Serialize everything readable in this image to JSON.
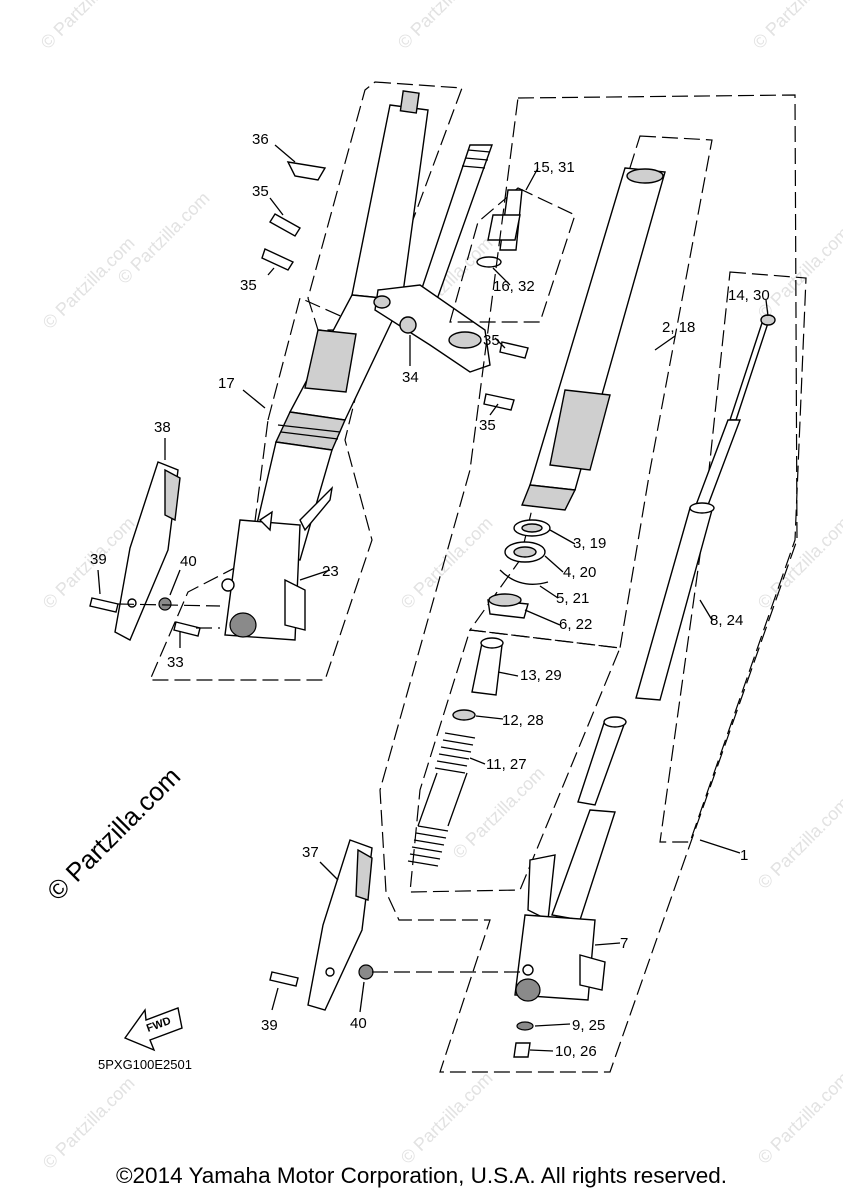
{
  "watermark": {
    "text": "© Partzilla.com",
    "large_text": "© Partzilla.com"
  },
  "diagram_code": "5PXG100E2501",
  "direction_arrow_label": "FWD",
  "footer": "©2014 Yamaha Motor Corporation, U.S.A. All rights reserved.",
  "callouts": [
    {
      "id": "c36",
      "text": "36"
    },
    {
      "id": "c35a",
      "text": "35"
    },
    {
      "id": "c35b",
      "text": "35"
    },
    {
      "id": "c35c",
      "text": "35"
    },
    {
      "id": "c35d",
      "text": "35"
    },
    {
      "id": "c34",
      "text": "34"
    },
    {
      "id": "c17",
      "text": "17"
    },
    {
      "id": "c38",
      "text": "38"
    },
    {
      "id": "c39a",
      "text": "39"
    },
    {
      "id": "c40a",
      "text": "40"
    },
    {
      "id": "c23",
      "text": "23"
    },
    {
      "id": "c33",
      "text": "33"
    },
    {
      "id": "c15_31",
      "text": "15, 31"
    },
    {
      "id": "c16_32",
      "text": "16, 32"
    },
    {
      "id": "c14_30",
      "text": "14, 30"
    },
    {
      "id": "c2_18",
      "text": "2, 18"
    },
    {
      "id": "c3_19",
      "text": "3, 19"
    },
    {
      "id": "c4_20",
      "text": "4, 20"
    },
    {
      "id": "c5_21",
      "text": "5, 21"
    },
    {
      "id": "c6_22",
      "text": "6, 22"
    },
    {
      "id": "c8_24",
      "text": "8, 24"
    },
    {
      "id": "c13_29",
      "text": "13, 29"
    },
    {
      "id": "c12_28",
      "text": "12, 28"
    },
    {
      "id": "c11_27",
      "text": "11, 27"
    },
    {
      "id": "c1",
      "text": "1"
    },
    {
      "id": "c37",
      "text": "37"
    },
    {
      "id": "c7",
      "text": "7"
    },
    {
      "id": "c9_25",
      "text": "9, 25"
    },
    {
      "id": "c10_26",
      "text": "10, 26"
    },
    {
      "id": "c39b",
      "text": "39"
    },
    {
      "id": "c40b",
      "text": "40"
    }
  ]
}
